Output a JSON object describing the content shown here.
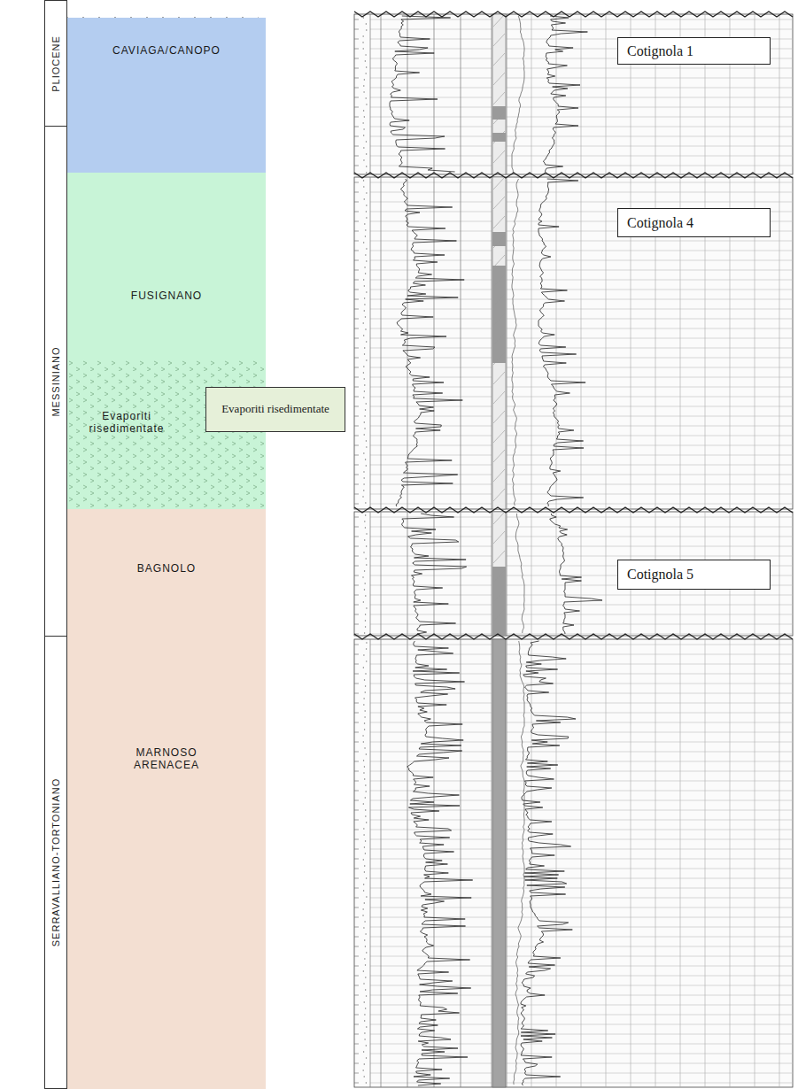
{
  "diagram": {
    "nodes": [
      {
        "text": [
          "PLIOCENE"
        ]
      },
      {
        "text": [
          "MESSINIANO"
        ]
      },
      {
        "text": [
          "SERRAVALLIANO-TORTONIANO"
        ]
      },
      {
        "text": [
          "CAVIAGA/CANOPO"
        ]
      },
      {
        "text": [
          "FUSIGNANO"
        ]
      },
      {
        "text": [
          "Evaporiti risedimentate"
        ]
      },
      {
        "text": [
          "BAGNOLO"
        ]
      },
      {
        "text": [
          "MARNOSO ARENACEA"
        ]
      },
      {
        "text": [
          "Evaporiti risedimentate"
        ]
      },
      {
        "text": [
          "Cotignola 1"
        ]
      },
      {
        "text": [
          "Cotignola 4"
        ]
      },
      {
        "text": [
          "Cotignola 5"
        ]
      }
    ]
  }
}
